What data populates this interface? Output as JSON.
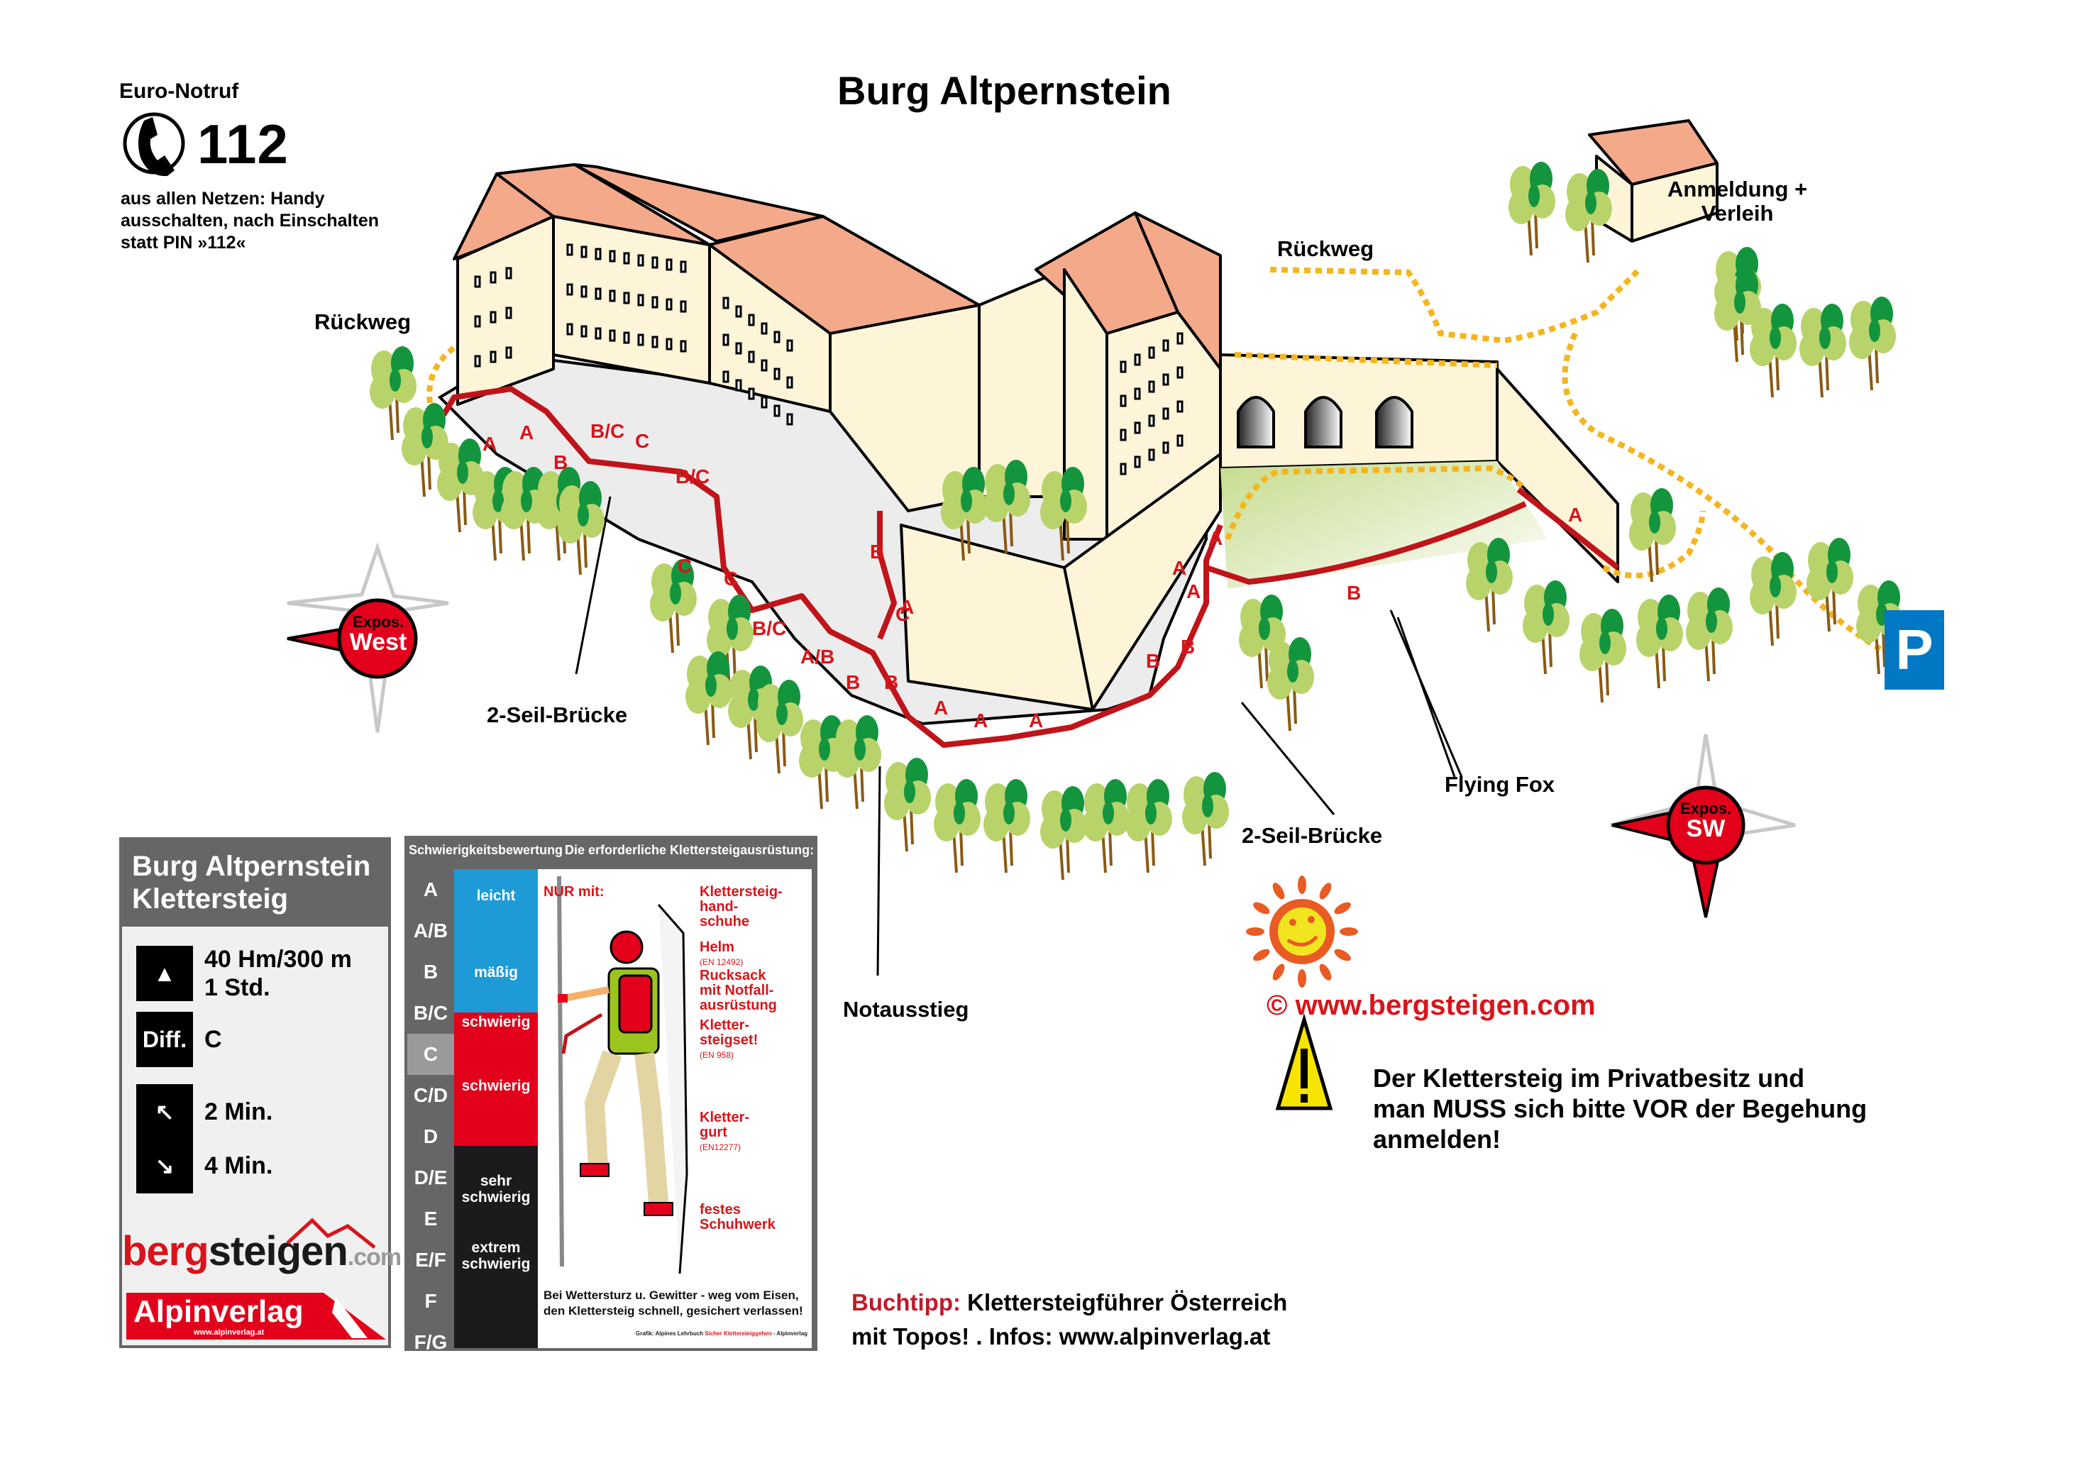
{
  "title": "Burg Altpernstein",
  "emergency": {
    "label": "Euro-Notruf",
    "icon": "phone-icon",
    "number": "112",
    "note_lines": [
      "aus allen Netzen: Handy",
      "ausschalten, nach Einschalten",
      "statt PIN »112«"
    ]
  },
  "map_labels": {
    "rueckweg_left": "Rückweg",
    "rueckweg_top": "Rückweg",
    "anmeldung_lines": [
      "Anmeldung +",
      "Verleih"
    ],
    "seilbruecke_left": "2-Seil-Brücke",
    "seilbruecke_right": "2-Seil-Brücke",
    "notausstieg": "Notausstieg",
    "flying_fox": "Flying Fox",
    "parking": "P"
  },
  "route_grades": [
    "A",
    "A",
    "B",
    "B/C",
    "C",
    "B/C",
    "C",
    "C",
    "B/C",
    "A/B",
    "B",
    "B",
    "C",
    "A",
    "B",
    "A",
    "A",
    "A",
    "B",
    "B",
    "A",
    "A",
    "A",
    "B",
    "A"
  ],
  "compass": [
    {
      "prefix": "Expos.",
      "direction": "West"
    },
    {
      "prefix": "Expos.",
      "direction": "SW"
    }
  ],
  "info_card": {
    "title_lines": [
      "Burg Altpernstein",
      "Klettersteig"
    ],
    "rows": [
      {
        "icon": "climber-icon",
        "lines": [
          "40 Hm/300 m",
          "1 Std."
        ]
      },
      {
        "icon": "difficulty-icon",
        "icon_text": "Diff.",
        "lines": [
          "C"
        ]
      },
      {
        "icon": "ascent-hiker-icon",
        "lines": [
          "2 Min."
        ]
      },
      {
        "icon": "descent-hiker-icon",
        "lines": [
          "4 Min."
        ]
      }
    ],
    "logo_bergsteigen": {
      "part1": "berg",
      "part2": "steigen",
      "part3": ".com"
    },
    "logo_alpinverlag": {
      "name": "Alpinverlag",
      "url": "www.alpinverlag.at"
    }
  },
  "difficulty_chart": {
    "header_left": "Schwierigkeitsbewertung",
    "header_right": "Die erforderliche Klettersteigausrüstung:",
    "grades": [
      "A",
      "A/B",
      "B",
      "B/C",
      "C",
      "C/D",
      "D",
      "D/E",
      "E",
      "E/F",
      "F",
      "F/G"
    ],
    "selected_grade": "C",
    "bands": [
      {
        "label": "leicht",
        "color": "#1e9bd7"
      },
      {
        "label": "mäßig",
        "color": "#1e9bd7"
      },
      {
        "label": "schwierig",
        "color": "#e2001a"
      },
      {
        "label": "schwierig",
        "color": "#e2001a"
      },
      {
        "label": "sehr schwierig",
        "color": "#1c1a1c"
      },
      {
        "label": "extrem schwierig",
        "color": "#1c1a1c"
      }
    ],
    "nur_mit": "NUR mit:",
    "equipment": [
      {
        "name": "Klettersteig-handschuhe",
        "lines": [
          "Klettersteig-",
          "hand-",
          "schuhe"
        ],
        "norm": ""
      },
      {
        "name": "Helm",
        "lines": [
          "Helm"
        ],
        "norm": "(EN 12492)"
      },
      {
        "name": "Rucksack",
        "lines": [
          "Rucksack",
          "mit Notfall-",
          "ausrüstung"
        ],
        "norm": ""
      },
      {
        "name": "Klettersteigset",
        "lines": [
          "Kletter-",
          "steigset!"
        ],
        "norm": "(EN 958)"
      },
      {
        "name": "Klettergurt",
        "lines": [
          "Kletter-",
          "gurt"
        ],
        "norm": "(EN12277)"
      },
      {
        "name": "Schuhwerk",
        "lines": [
          "festes",
          "Schuhwerk"
        ],
        "norm": ""
      }
    ],
    "warning_lines": [
      "Bei Wettersturz u. Gewitter - weg vom Eisen,",
      "den Klettersteig schnell, gesichert verlassen!"
    ],
    "credit": {
      "prefix": "Grafik: Alpines Lehrbuch ",
      "book": "Sicher Klettersteiggehen",
      "suffix": " - Alpinverlag"
    }
  },
  "copyright": "©  www.bergsteigen.com",
  "warning": {
    "icon": "warning-icon",
    "lines": [
      "Der Klettersteig im Privatbesitz und",
      "man MUSS sich bitte VOR der Begehung",
      "anmelden!"
    ]
  },
  "buchtipp": {
    "label": "Buchtipp:",
    "line1": " Klettersteigführer Österreich",
    "line2": "mit Topos! . Infos: www.alpinverlag.at"
  },
  "colors": {
    "route": "#c0141a",
    "trail": "#f5b51e",
    "roof": "#f4a98a",
    "wall": "#fef5d9",
    "rock": "#e6e6e6",
    "tree_light": "#b8d36a",
    "tree_dark": "#13953e",
    "parking": "#0277c4",
    "accent_red": "#e2001a"
  }
}
